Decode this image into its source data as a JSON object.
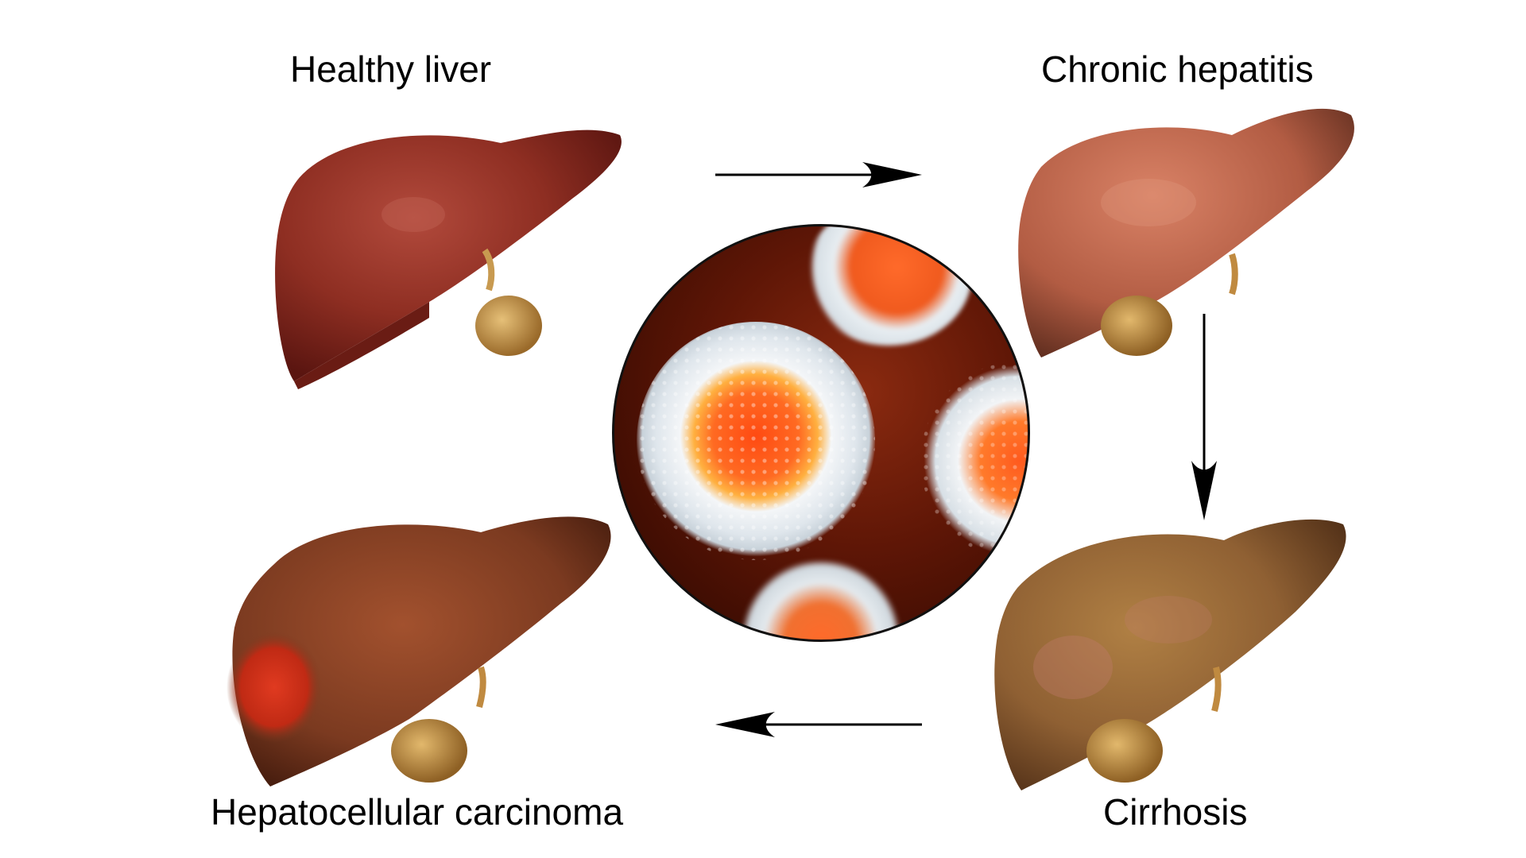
{
  "diagram": {
    "title": "",
    "stages": [
      {
        "id": "healthy",
        "label": "Healthy liver",
        "color": "#8e2e22"
      },
      {
        "id": "hepatitis",
        "label": "Chronic hepatitis",
        "color": "#b9614a"
      },
      {
        "id": "cirrhosis",
        "label": "Cirrhosis",
        "color": "#8f6033"
      },
      {
        "id": "carcinoma",
        "label": "Hepatocellular carcinoma",
        "color": "#7b3a20",
        "tumor_color": "#d2301a"
      }
    ],
    "center": {
      "label": "",
      "description": "magnified hepatitis virus particles",
      "particle_color": "#ff5a1e",
      "envelope_color": "#dfe7ee"
    },
    "edges": [
      {
        "from": "healthy",
        "to": "hepatitis",
        "direction": "right"
      },
      {
        "from": "hepatitis",
        "to": "cirrhosis",
        "direction": "down"
      },
      {
        "from": "cirrhosis",
        "to": "carcinoma",
        "direction": "left"
      }
    ]
  }
}
